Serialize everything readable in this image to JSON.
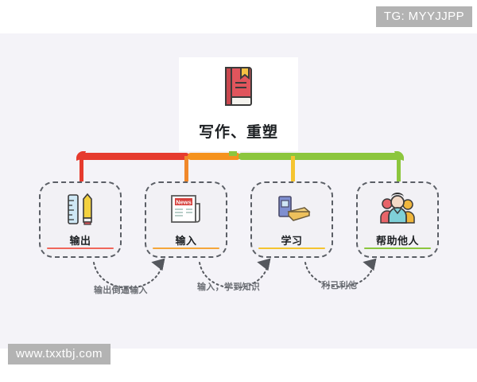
{
  "watermarks": {
    "top_right": "TG: MYYJJPP",
    "bottom_left": "www.txxtbj.com"
  },
  "root": {
    "title": "写作、重塑",
    "icon": "book-icon"
  },
  "colors": {
    "background": "#f4f3f8",
    "red": "#e63b2e",
    "orange": "#f5921e",
    "yellow": "#f5c430",
    "green": "#8cc63e",
    "watermark": "#b3b3b3",
    "text": "#1d2023",
    "muted": "#6d7076"
  },
  "nodes": [
    {
      "label": "输出",
      "icon": "ruler-pencil-icon",
      "accent": "#f0675b"
    },
    {
      "label": "输入",
      "icon": "newspaper-icon",
      "accent": "#f5a63a"
    },
    {
      "label": "学习",
      "icon": "books-icon",
      "accent": "#f5c430"
    },
    {
      "label": "帮助他人",
      "icon": "people-icon",
      "accent": "#8cc63e"
    }
  ],
  "connectors": [
    {
      "label": "输出倒逼输入",
      "from": "输出",
      "to": "输入"
    },
    {
      "label": "输入，学到知识",
      "from": "输入",
      "to": "学习"
    },
    {
      "label": "利己利他",
      "from": "学习",
      "to": "帮助他人"
    }
  ]
}
